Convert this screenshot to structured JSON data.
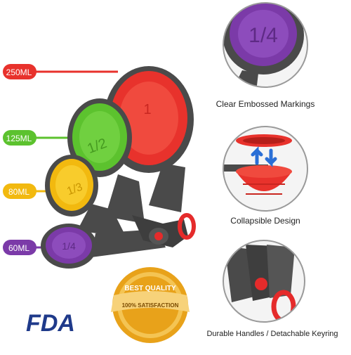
{
  "sizes": [
    {
      "label": "250ML",
      "color": "#e8322c"
    },
    {
      "label": "125ML",
      "color": "#5cc22e"
    },
    {
      "label": "80ML",
      "color": "#f2b90f"
    },
    {
      "label": "60ML",
      "color": "#7b3aa8"
    }
  ],
  "features": [
    {
      "caption": "Clear Embossed Markings"
    },
    {
      "caption": "Collapsible Design"
    },
    {
      "caption": "Durable Handles / Detachable Keyring"
    }
  ],
  "cup_markings": {
    "quarter": "1/4",
    "half": "1/2",
    "one": "1",
    "third": "1/3"
  },
  "seal": {
    "top": "BEST QUALITY",
    "bottom": "100% SATISFACTION"
  },
  "fda": {
    "text": "FDA"
  },
  "colors": {
    "handle": "#4a4a4a",
    "circle_border": "#9a9a9a",
    "keyring": "#e52b2b"
  }
}
